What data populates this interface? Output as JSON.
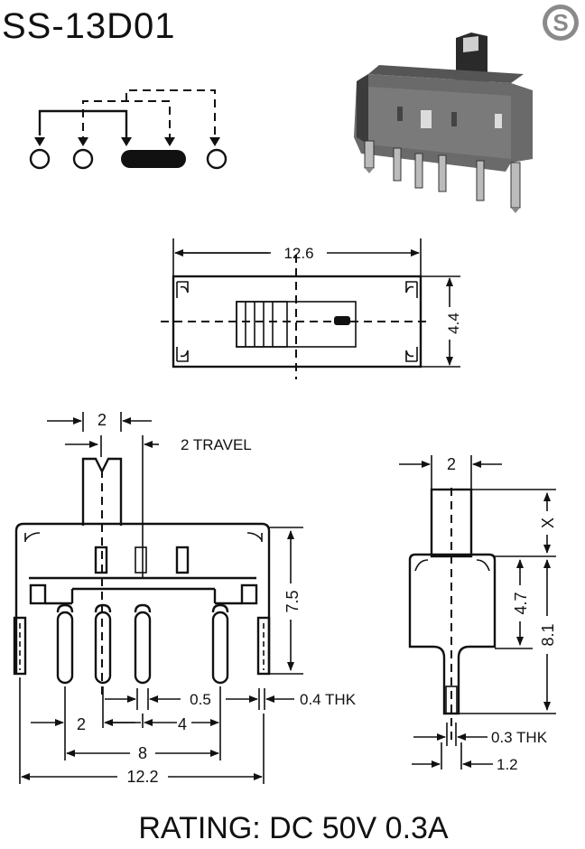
{
  "title": "SS-13D01",
  "logo": {
    "letter": "S",
    "icon": "brand-s-logo"
  },
  "rating": "RATING: DC 50V 0.3A",
  "top_view": {
    "length": "12.6",
    "width": "4.4"
  },
  "front_view": {
    "actuator_width": "2",
    "travel": "2 TRAVEL",
    "height": "7.5",
    "pin_width": "0.5",
    "bracket_thickness": "0.4 THK",
    "pitch": "2",
    "pitch_double": "4",
    "pin_span": "8",
    "overall_length": "12.2"
  },
  "side_view": {
    "actuator_width": "2",
    "actuator_height": "X",
    "body_height": "4.7",
    "total_height": "8.1",
    "pin_thickness": "0.3 THK",
    "pin_spacing": "1.2"
  },
  "colors": {
    "ink": "#111111",
    "body_shade": "#6a6a6a",
    "logo_gray": "#8a8a8a"
  }
}
